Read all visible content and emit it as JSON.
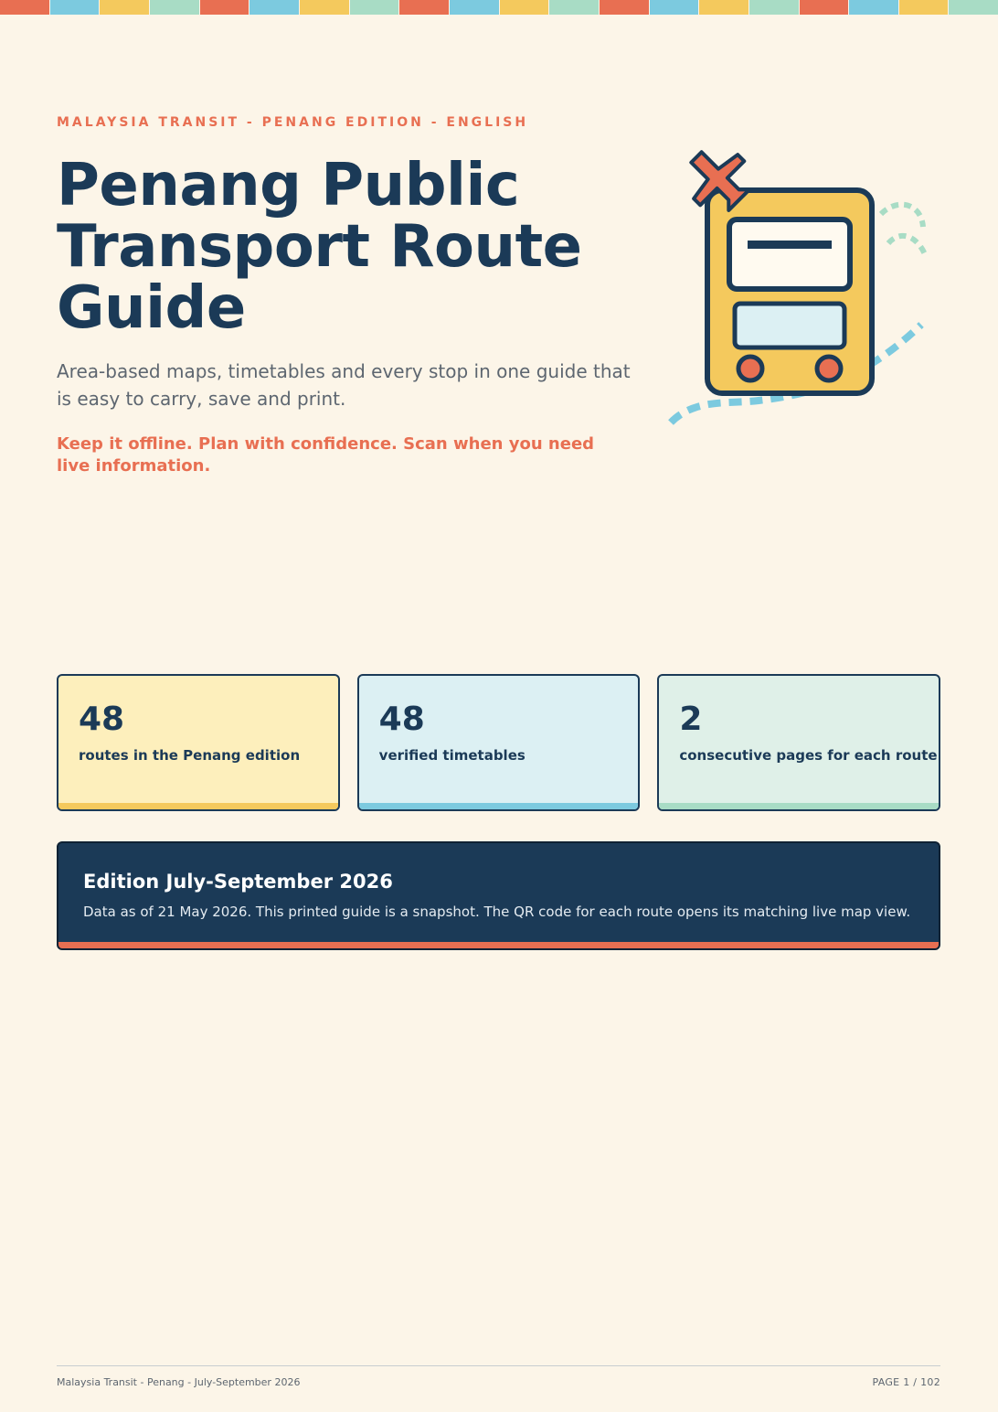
{
  "colors": {
    "background": "#fcf5e8",
    "navy": "#1b3a57",
    "coral": "#e86f52",
    "sky": "#7ccadf",
    "yellow": "#f4c95d",
    "mint": "#a8dcc5",
    "card_yellow": "#fdefbc",
    "card_blue": "#dcf0f3",
    "card_mint": "#dff0e8"
  },
  "stripe": [
    "#e86f52",
    "#7ccadf",
    "#f4c95d",
    "#a8dcc5",
    "#e86f52",
    "#7ccadf",
    "#f4c95d",
    "#a8dcc5",
    "#e86f52",
    "#7ccadf",
    "#f4c95d",
    "#a8dcc5",
    "#e86f52",
    "#7ccadf",
    "#f4c95d",
    "#a8dcc5",
    "#e86f52",
    "#7ccadf",
    "#f4c95d",
    "#a8dcc5"
  ],
  "header": {
    "kicker": "MALAYSIA TRANSIT - PENANG EDITION - ENGLISH",
    "title": "Penang Public Transport Route Guide",
    "subtitle": "Area-based maps, timetables and every stop in one guide that is easy to carry, save and print.",
    "tagline": "Keep it offline. Plan with confidence. Scan when you need live information."
  },
  "illustration": {
    "icons": [
      "bus-icon",
      "plane-icon",
      "dashed-route-decoration"
    ]
  },
  "stats": [
    {
      "value": "48",
      "label": "routes in the Penang edition",
      "bg": "#fdefbc",
      "accent": "#f4c95d"
    },
    {
      "value": "48",
      "label": "verified timetables",
      "bg": "#dcf0f3",
      "accent": "#7ccadf"
    },
    {
      "value": "2",
      "label": "consecutive pages for each route",
      "bg": "#dff0e8",
      "accent": "#a8dcc5"
    }
  ],
  "edition": {
    "title": "Edition July-September 2026",
    "text": "Data as of 21 May 2026. This printed guide is a snapshot. The QR code for each route opens its matching live map view."
  },
  "footer": {
    "left": "Malaysia Transit - Penang - July-September 2026",
    "right": "PAGE 1 / 102"
  }
}
